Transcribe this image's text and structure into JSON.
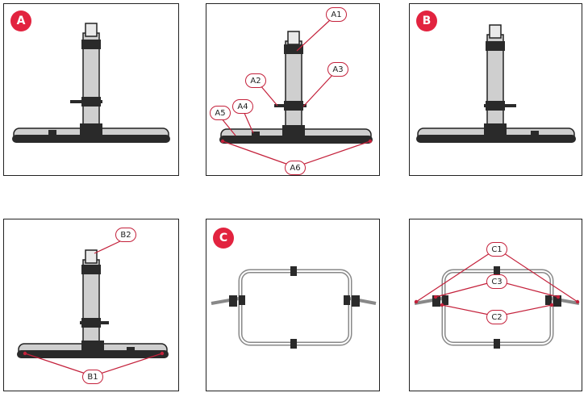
{
  "panels": {
    "a": {
      "badge": "A"
    },
    "a_detail": {
      "labels": {
        "a1": "A1",
        "a2": "A2",
        "a3": "A3",
        "a4": "A4",
        "a5": "A5",
        "a6": "A6"
      }
    },
    "b": {
      "badge": "B"
    },
    "b_detail": {
      "labels": {
        "b1": "B1",
        "b2": "B2"
      }
    },
    "c": {
      "badge": "C"
    },
    "c_detail": {
      "labels": {
        "c1": "C1",
        "c2": "C2",
        "c3": "C3"
      }
    }
  },
  "colors": {
    "badge": "#e2233f",
    "callout_line": "#c4213b",
    "frame": "#222222",
    "metal": "#cfcfcf",
    "dark": "#2a2a2a"
  }
}
